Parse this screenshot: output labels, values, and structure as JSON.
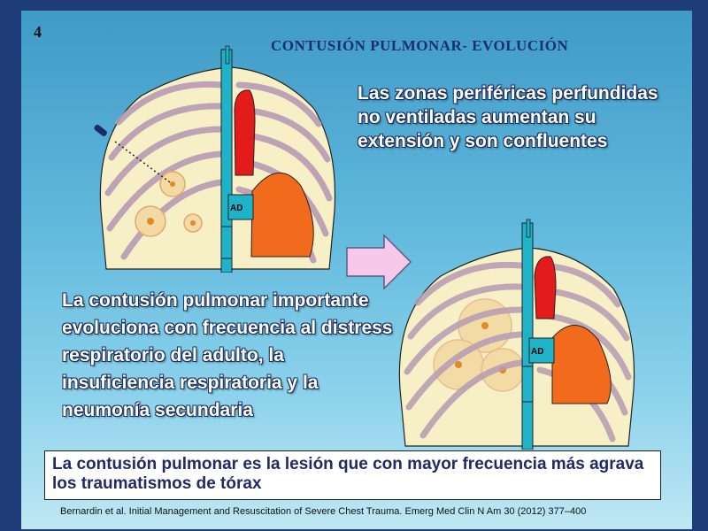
{
  "slide_number": "4",
  "title": "CONTUSIÓN  PULMONAR- EVOLUCIÓN",
  "callout_top": "Las zonas periféricas perfundidas no ventiladas aumentan su extensión y son confluentes",
  "callout_mid": "La contusión pulmonar importante evoluciona con frecuencia al    distress respiratorio del adulto, la insuficiencia respiratoria y la neumonía secundaria",
  "bottom_box": "La contusión pulmonar es la lesión que con mayor frecuencia más agrava los traumatismos de tórax",
  "citation": "Bernardin et al. Initial Management and Resuscitation of Severe Chest Trauma. Emerg Med Clin N Am 30 (2012) 377–400",
  "diagrams": {
    "left": {
      "heart_label": "AD"
    },
    "right": {
      "heart_label": "AD"
    }
  },
  "colors": {
    "title": "#1a2e74",
    "lung_fill": "#f7f0c6",
    "aorta": "#e31b1b",
    "heart_orange": "#f26a1b",
    "atrium_cyan": "#1fb3c9",
    "rib": "#b79bb4",
    "arrow": "#f7c8e8"
  }
}
